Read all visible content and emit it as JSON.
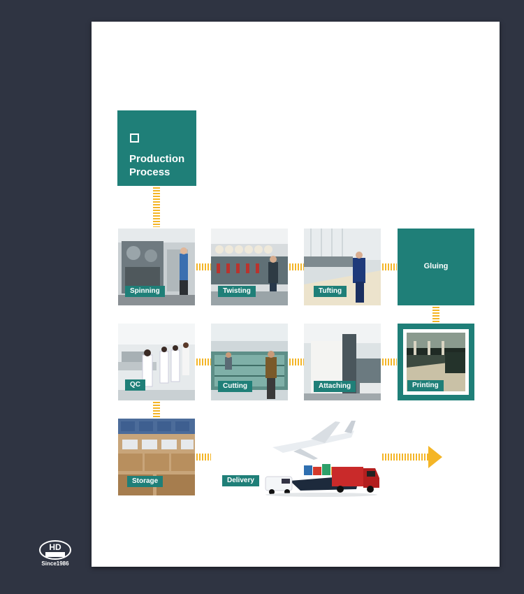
{
  "title": "Production Process",
  "steps": {
    "spinning": "Spinning",
    "twisting": "Twisting",
    "tufting": "Tufting",
    "gluing": "Gluing",
    "qc": "QC",
    "cutting": "Cutting",
    "attaching": "Attaching",
    "printing": "Printing",
    "storage": "Storage",
    "delivery": "Delivery"
  },
  "logo": {
    "mark": "HD",
    "since": "Since1986"
  },
  "colors": {
    "teal": "#1f7f78",
    "connector": "#f4b526",
    "background": "#2f3442"
  }
}
